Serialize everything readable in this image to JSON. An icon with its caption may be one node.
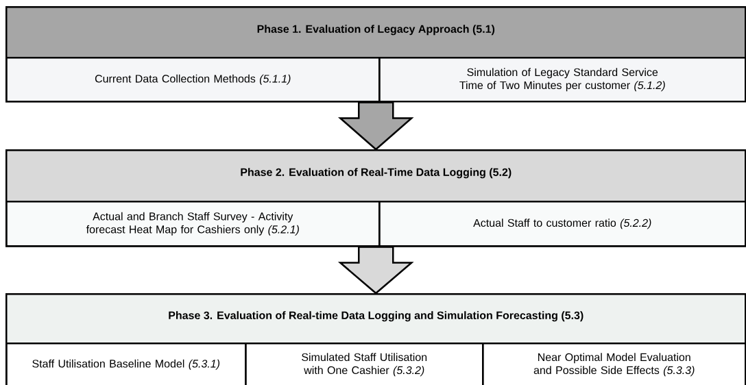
{
  "diagram": {
    "nodes": [
      {
        "text": [
          "**Phase 1. Evaluation of Legacy Approach (5.1)**"
        ]
      },
      {
        "text": [
          "Current Data Collection Methods *(5.1.1)*"
        ],
        "in": 0
      },
      {
        "text": [
          "Simulation of Legacy Standard Service Time of Two Minutes per customer *(5.1.2)*"
        ],
        "in": 0
      },
      {
        "text": [
          "**Phase 2. Evaluation of Real-Time Data Logging (5.2)**"
        ]
      },
      {
        "text": [
          "Actual and Branch Staff Survey - Activity forecast Heat Map for Cashiers only *(5.2.1)*"
        ],
        "in": 3
      },
      {
        "text": [
          "Actual Staff to customer ratio *(5.2.2)*"
        ],
        "in": 3
      },
      {
        "text": [
          "**Phase 3. Evaluation of Real-time Data Logging and Simulation Forecasting (5.3)**"
        ]
      },
      {
        "text": [
          "Staff Utilisation Baseline Model *(5.3.1)*"
        ],
        "in": 6
      },
      {
        "text": [
          "Simulated Staff Utilisation with One Cashier *(5.3.2)*"
        ],
        "in": 6
      },
      {
        "text": [
          "Near Optimal Model Evaluation and Possible Side Effects *(5.3.3)*"
        ],
        "in": 6
      }
    ],
    "edges": [
      {
        "from": 0,
        "to": 3,
        "arrow": "to",
        "color": "#a6a6a6"
      },
      {
        "from": 3,
        "to": 6,
        "arrow": "to",
        "color": "#d9d9d9"
      }
    ]
  }
}
